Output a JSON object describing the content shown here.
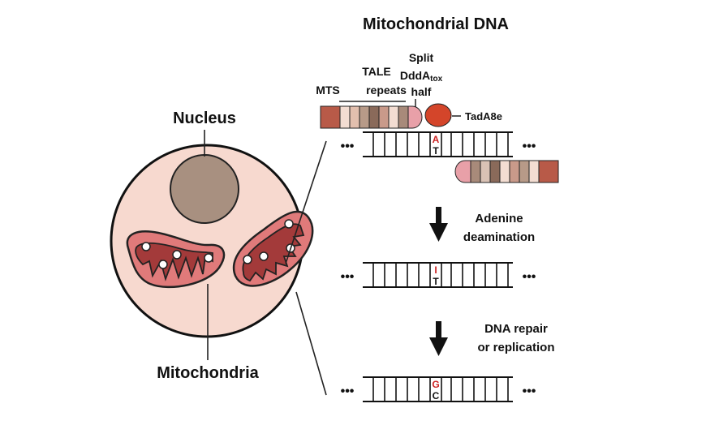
{
  "title": "Mitochondrial DNA",
  "labels": {
    "nucleus": "Nucleus",
    "mitochondria": "Mitochondria",
    "mts": "MTS",
    "tale": "TALE",
    "repeats": "repeats",
    "split": "Split",
    "dddatox_main": "DddA",
    "dddatox_sub": "tox",
    "half": "half",
    "tada8e": "TadA8e",
    "dots": "•••"
  },
  "steps": [
    {
      "line1": "Adenine",
      "line2": "deamination"
    },
    {
      "line1": "DNA repair",
      "line2": "or replication"
    }
  ],
  "base_pairs": [
    {
      "top": "A",
      "bottom": "T"
    },
    {
      "top": "I",
      "bottom": "T"
    },
    {
      "top": "G",
      "bottom": "C"
    }
  ],
  "colors": {
    "cell": "#f7d9cf",
    "nucleus": "#a89080",
    "mito_outer": "#e07a7a",
    "mito_inner": "#a33a3a",
    "mts": "#b85a48",
    "tada8e": "#d4452a",
    "dddatox": "#e8a0a8",
    "base_red": "#cc2222"
  }
}
